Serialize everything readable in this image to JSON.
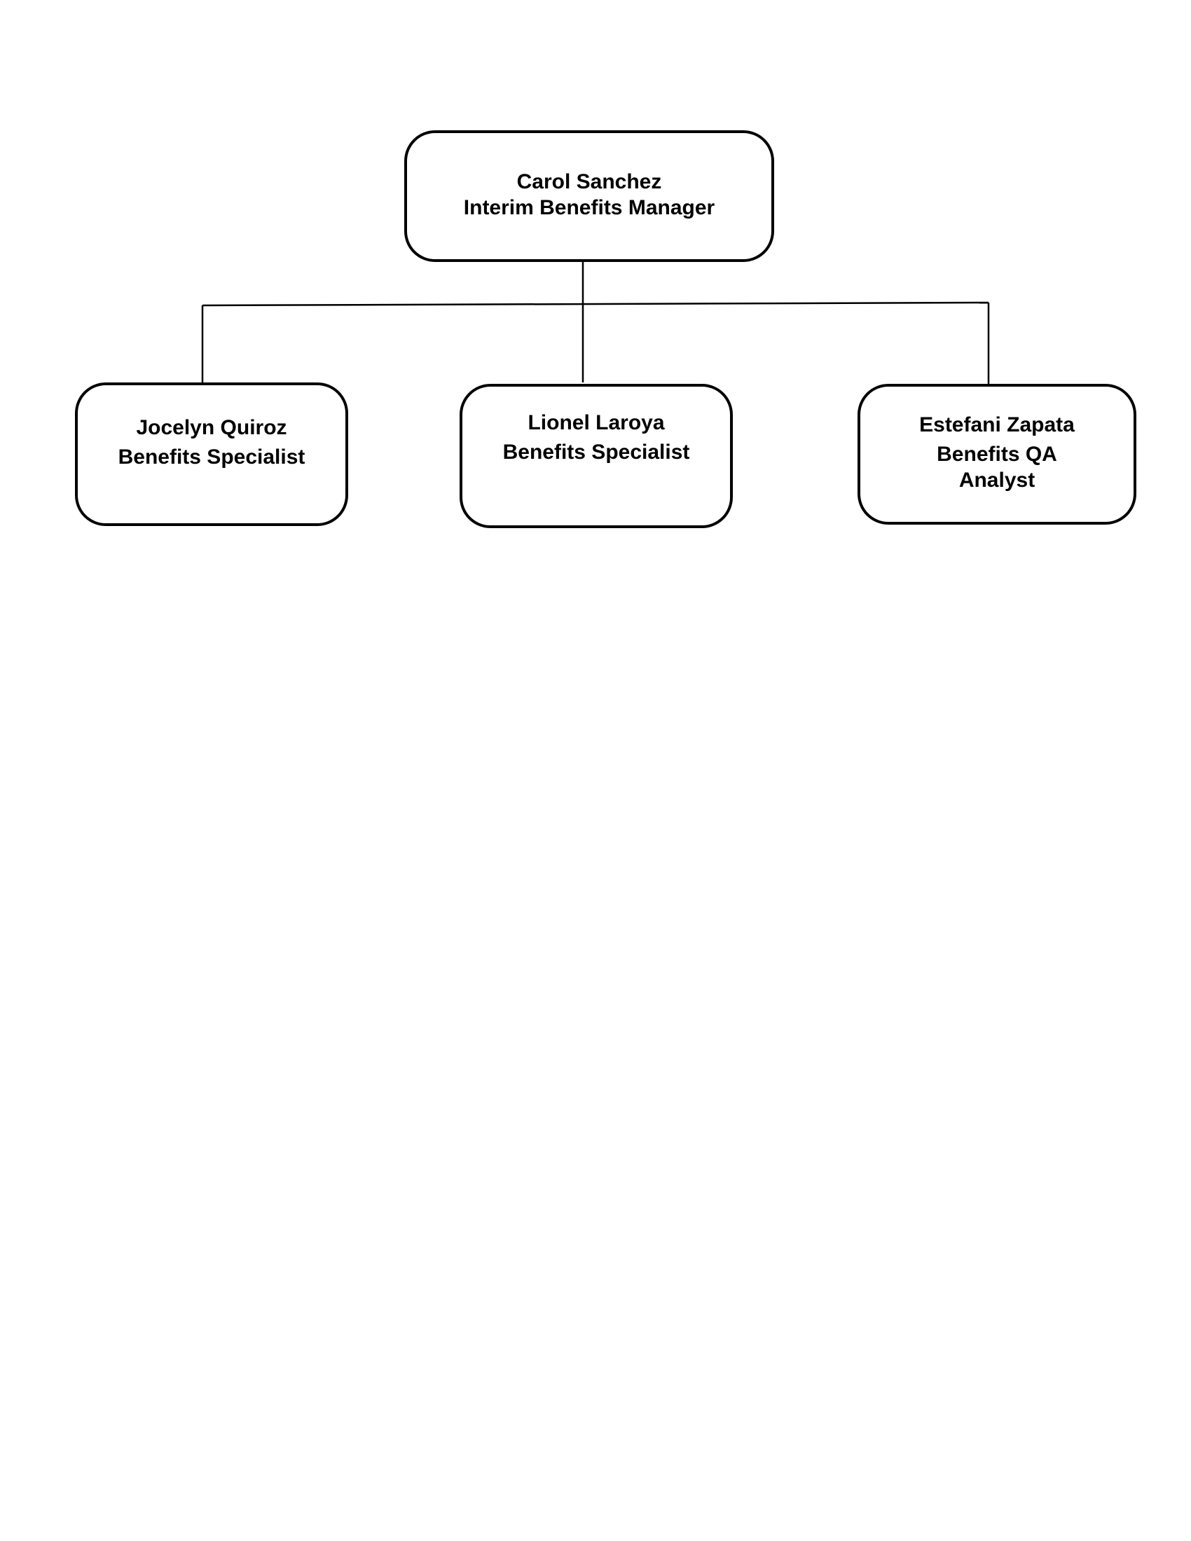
{
  "org_chart": {
    "manager": {
      "name": "Carol Sanchez",
      "title": "Interim Benefits Manager"
    },
    "reports": [
      {
        "name": "Jocelyn Quiroz",
        "title": "Benefits Specialist"
      },
      {
        "name": "Lionel Laroya",
        "title": "Benefits Specialist"
      },
      {
        "name": "Estefani Zapata",
        "title_line1": "Benefits QA",
        "title_line2": "Analyst"
      }
    ]
  }
}
